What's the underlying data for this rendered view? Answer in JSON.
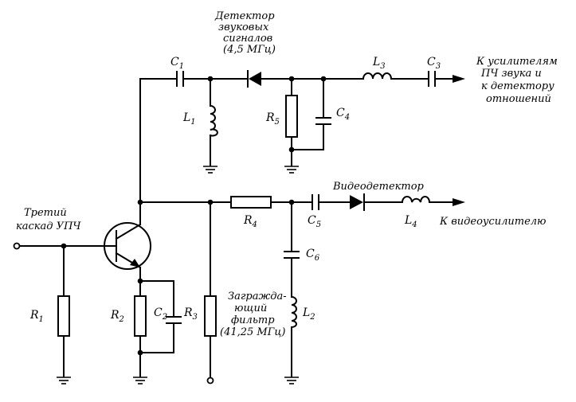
{
  "components": {
    "C1": {
      "letter": "C",
      "index": "1"
    },
    "C2": {
      "letter": "C",
      "index": "2"
    },
    "C3": {
      "letter": "C",
      "index": "3"
    },
    "C4": {
      "letter": "C",
      "index": "4"
    },
    "C5": {
      "letter": "C",
      "index": "5"
    },
    "C6": {
      "letter": "C",
      "index": "6"
    },
    "L1": {
      "letter": "L",
      "index": "1"
    },
    "L2": {
      "letter": "L",
      "index": "2"
    },
    "L3": {
      "letter": "L",
      "index": "3"
    },
    "L4": {
      "letter": "L",
      "index": "4"
    },
    "R1": {
      "letter": "R",
      "index": "1"
    },
    "R2": {
      "letter": "R",
      "index": "2"
    },
    "R3": {
      "letter": "R",
      "index": "3"
    },
    "R4": {
      "letter": "R",
      "index": "4"
    },
    "R5": {
      "letter": "R",
      "index": "5"
    }
  },
  "notes": {
    "sound_detector": [
      "Детектор",
      "звуковых",
      "сигналов",
      "(4,5 МГц)"
    ],
    "sound_output": [
      "К усилителям",
      "ПЧ звука  и",
      "к детектору",
      "отношений"
    ],
    "video_detector": "Видеодетектор",
    "video_output": "К видеоусилителю",
    "input": [
      "Третий",
      "каскад УПЧ"
    ],
    "trap_filter": [
      "Загражда-",
      "ющий",
      "фильтр",
      "(41,25 МГц)"
    ]
  }
}
